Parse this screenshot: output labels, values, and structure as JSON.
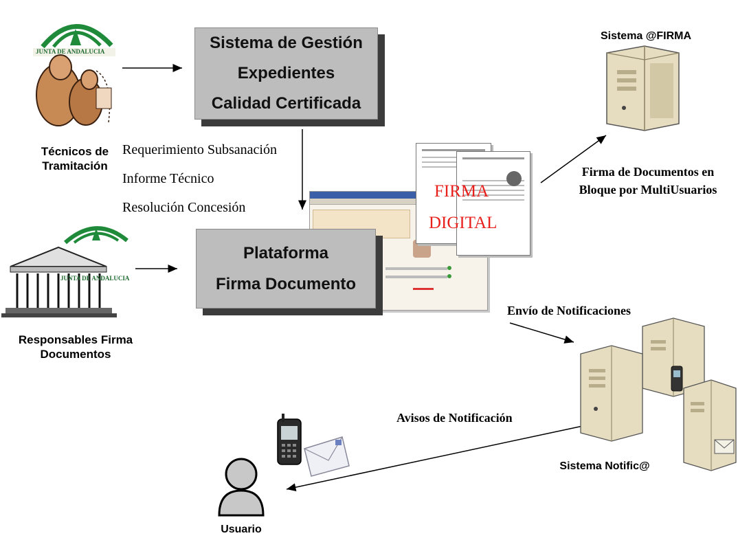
{
  "actors": {
    "technicians": {
      "line1": "Técnicos de",
      "line2": "Tramitación",
      "logo_text": "JUNTA DE ANDALUCIA"
    },
    "signers": {
      "line1": "Responsables Firma",
      "line2": "Documentos",
      "logo_text": "JUNTA DE ANDALUCIA"
    },
    "user": {
      "label": "Usuario"
    }
  },
  "boxes": {
    "expedientes": {
      "line1": "Sistema de Gestión",
      "line2": "Expedientes",
      "line3": "Calidad Certificada"
    },
    "plataforma": {
      "line1": "Plataforma",
      "line2": "Firma Documento"
    }
  },
  "documents": {
    "items": [
      "Requerimiento Subsanación",
      "Informe Técnico",
      "Resolución Concesión"
    ]
  },
  "signature": {
    "line1": "FIRMA",
    "line2": "DIGITAL"
  },
  "systems": {
    "firma": {
      "label": "Sistema @FIRMA",
      "caption_line1": "Firma de Documentos en",
      "caption_line2": "Bloque por MultiUsuarios"
    },
    "notifica": {
      "label": "Sistema Notific@",
      "caption": "Envío de Notificaciones"
    }
  },
  "notices": {
    "label": "Avisos de Notificación"
  },
  "colors": {
    "box_fill": "#bdbdbd",
    "box_shadow": "#3c3c3c",
    "firma_red": "#e8201c",
    "server_beige": "#e6dcc0"
  }
}
